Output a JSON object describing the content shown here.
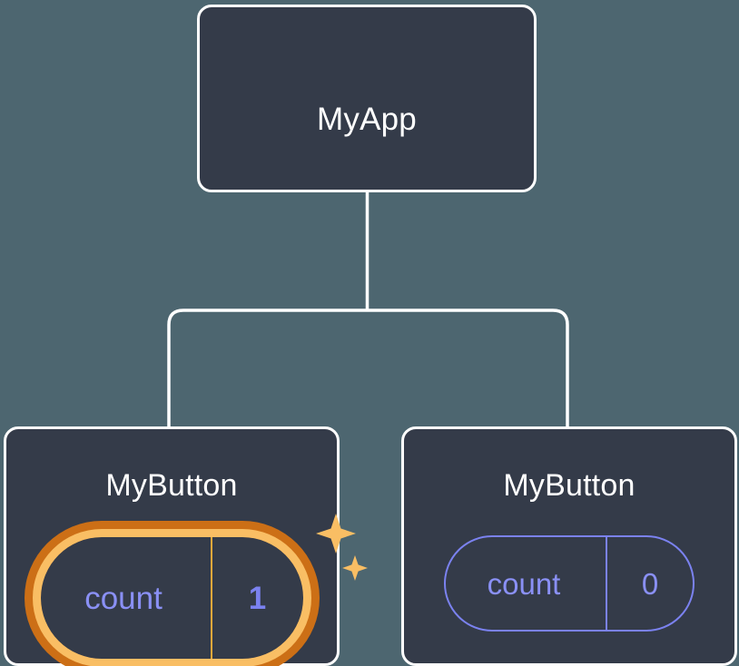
{
  "diagram": {
    "title": "React component tree with state",
    "background_color": "#4d6670",
    "node_fill": "#343b49",
    "node_border": "#ffffff",
    "connector_color": "#ffffff",
    "accent_highlight": "#f9be64",
    "accent_highlight_outer": "#cc6f16",
    "accent_state": "#7b82f0"
  },
  "root": {
    "label": "MyApp"
  },
  "children": [
    {
      "label": "MyButton",
      "state": {
        "key": "count",
        "value": "1",
        "highlighted": true,
        "sparkle_icon": "sparkles-icon"
      }
    },
    {
      "label": "MyButton",
      "state": {
        "key": "count",
        "value": "0",
        "highlighted": false
      }
    }
  ]
}
